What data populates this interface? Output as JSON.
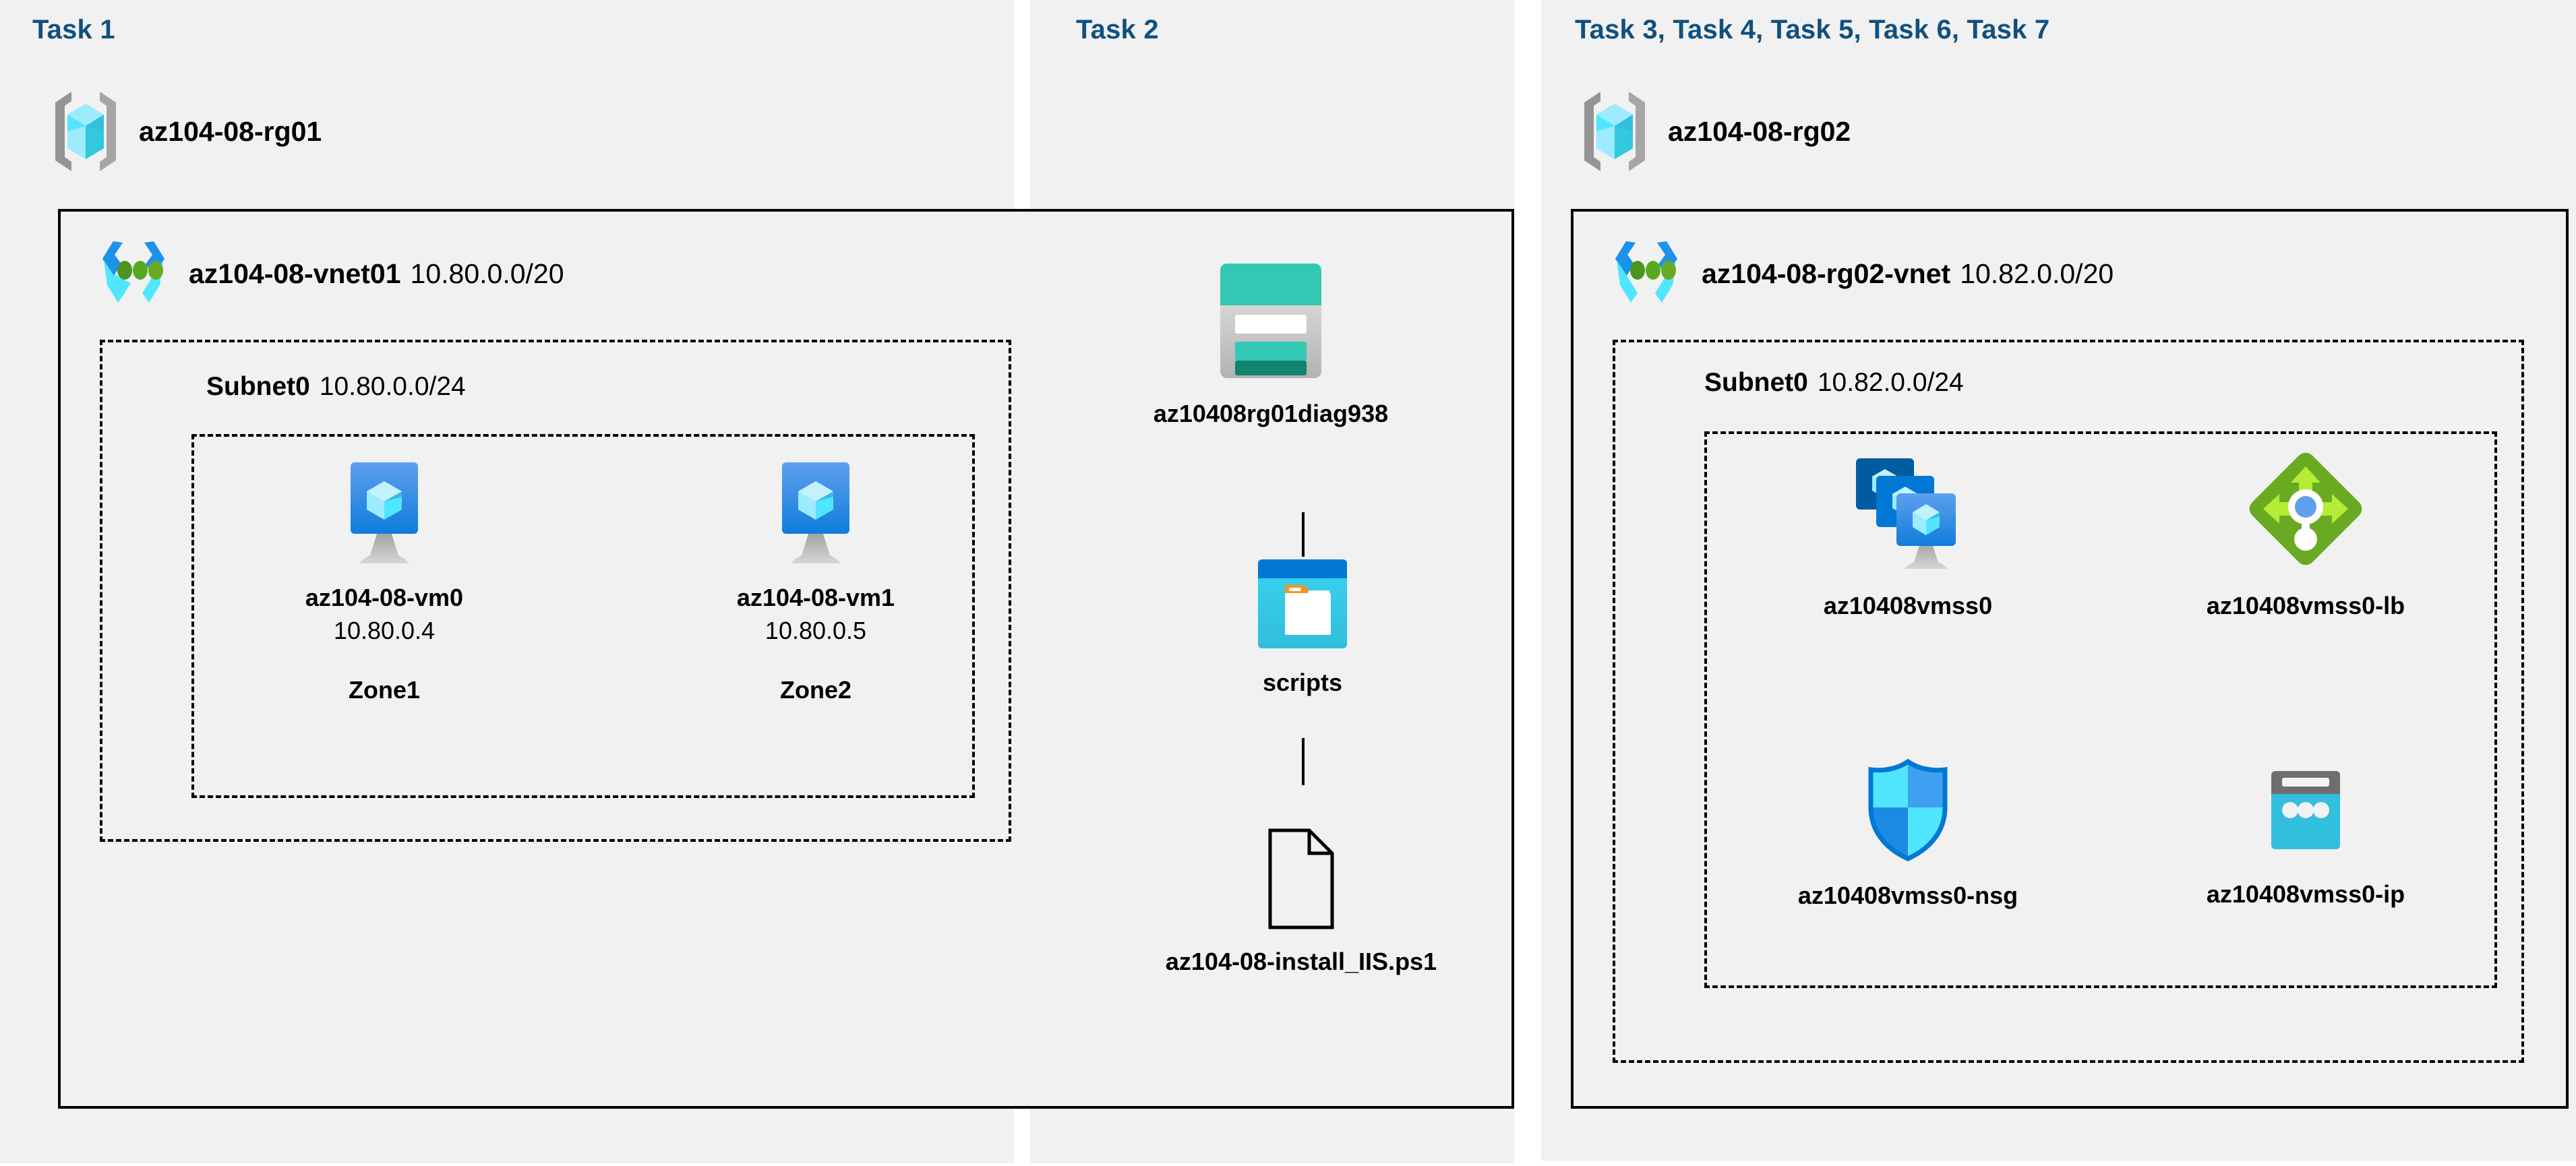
{
  "diagram": {
    "title": "Azure AZ-104 Lab 08 architecture",
    "background": "#ffffff",
    "panel_background": "#f1f1f1",
    "task_title_color": "#11507e",
    "border_color": "#000000"
  },
  "columns": [
    {
      "id": "task1",
      "title": "Task 1"
    },
    {
      "id": "task2",
      "title": "Task 2"
    },
    {
      "id": "task3",
      "title": "Task 3, Task 4, Task 5, Task 6, Task 7"
    }
  ],
  "task1": {
    "title": "Task 1",
    "resource_group": {
      "icon": "resource-group-icon",
      "label": "az104-08-rg01"
    },
    "vnet": {
      "icon": "virtual-network-icon",
      "name": "az104-08-vnet01",
      "cidr": "10.80.0.0/20"
    },
    "subnet": {
      "name": "Subnet0",
      "cidr": "10.80.0.0/24"
    },
    "vms": [
      {
        "icon": "virtual-machine-icon",
        "name": "az104-08-vm0",
        "ip": "10.80.0.4",
        "zone": "Zone1"
      },
      {
        "icon": "virtual-machine-icon",
        "name": "az104-08-vm1",
        "ip": "10.80.0.5",
        "zone": "Zone2"
      }
    ]
  },
  "task2": {
    "title": "Task 2",
    "storage_account": {
      "icon": "storage-account-icon",
      "label": "az10408rg01diag938"
    },
    "container": {
      "icon": "blob-container-icon",
      "label": "scripts"
    },
    "file": {
      "icon": "file-icon",
      "label": "az104-08-install_IIS.ps1"
    }
  },
  "task3": {
    "title": "Task 3, Task 4, Task 5, Task 6, Task 7",
    "resource_group": {
      "icon": "resource-group-icon",
      "label": "az104-08-rg02"
    },
    "vnet": {
      "icon": "virtual-network-icon",
      "name": "az104-08-rg02-vnet",
      "cidr": "10.82.0.0/20"
    },
    "subnet": {
      "name": "Subnet0",
      "cidr": "10.82.0.0/24"
    },
    "resources": [
      {
        "icon": "vm-scale-set-icon",
        "label": "az10408vmss0"
      },
      {
        "icon": "load-balancer-icon",
        "label": "az10408vmss0-lb"
      },
      {
        "icon": "network-security-group-icon",
        "label": "az10408vmss0-nsg"
      },
      {
        "icon": "public-ip-address-icon",
        "label": "az10408vmss0-ip"
      }
    ]
  },
  "colors": {
    "azure_blue": "#0078d4",
    "cyan": "#32bedd",
    "light_cyan": "#9cebff",
    "teal": "#32c8b4",
    "dark_teal": "#12836f",
    "green": "#6aaa23",
    "light_green": "#b4ec36",
    "gray": "#949494",
    "dark_blue": "#005ba1",
    "task_heading": "#11507e"
  }
}
